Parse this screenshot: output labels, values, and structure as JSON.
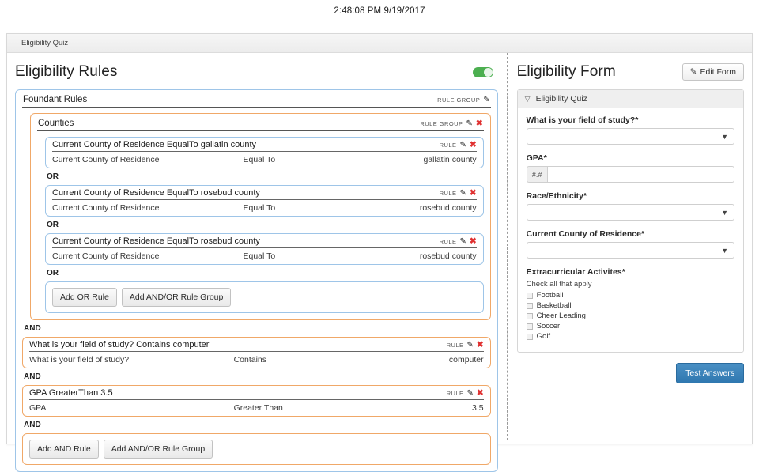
{
  "timestamp": "2:48:08 PM 9/19/2017",
  "window": {
    "tab_label": "Eligibility Quiz"
  },
  "left": {
    "title": "Eligibility Rules",
    "toggle_on": true,
    "toggle_color": "#4caf50",
    "root_group": {
      "name": "Foundant Rules",
      "tag": "RULE GROUP",
      "edit_icon": "pencil-icon"
    },
    "counties_group": {
      "name": "Counties",
      "tag": "RULE GROUP",
      "edit_icon": "pencil-icon",
      "delete_icon": "x-icon",
      "rules": [
        {
          "title": "Current County of Residence EqualTo gallatin county",
          "tag": "RULE",
          "field": "Current County of Residence",
          "operator": "Equal To",
          "value": "gallatin county"
        },
        {
          "title": "Current County of Residence EqualTo rosebud county",
          "tag": "RULE",
          "field": "Current County of Residence",
          "operator": "Equal To",
          "value": "rosebud county"
        },
        {
          "title": "Current County of Residence EqualTo rosebud county",
          "tag": "RULE",
          "field": "Current County of Residence",
          "operator": "Equal To",
          "value": "rosebud county"
        }
      ],
      "conjunction": "OR",
      "add_rule_label": "Add OR Rule",
      "add_group_label": "Add AND/OR Rule Group"
    },
    "outer_conjunction": "AND",
    "outer_rules": [
      {
        "title": "What is your field of study? Contains computer",
        "tag": "RULE",
        "field": "What is your field of study?",
        "operator": "Contains",
        "value": "computer"
      },
      {
        "title": "GPA GreaterThan 3.5",
        "tag": "RULE",
        "field": "GPA",
        "operator": "Greater Than",
        "value": "3.5"
      }
    ],
    "add_and_rule_label": "Add AND Rule",
    "add_and_group_label": "Add AND/OR Rule Group"
  },
  "right": {
    "title": "Eligibility Form",
    "edit_button": "Edit Form",
    "edit_icon": "pencil-icon",
    "card_header": "Eligibility Quiz",
    "chevron_icon": "chevron-down-icon",
    "fields": [
      {
        "label": "What is your field of study?*",
        "type": "select",
        "value": ""
      },
      {
        "label": "GPA*",
        "type": "text-addon",
        "addon": "#.#",
        "value": ""
      },
      {
        "label": "Race/Ethnicity*",
        "type": "select",
        "value": ""
      },
      {
        "label": "Current County of Residence*",
        "type": "select",
        "value": ""
      }
    ],
    "extracurricular": {
      "label": "Extracurricular Activites*",
      "helper": "Check all that apply",
      "options": [
        "Football",
        "Basketball",
        "Cheer Leading",
        "Soccer",
        "Golf"
      ]
    },
    "test_button": "Test Answers",
    "test_button_color": "#2f78b0"
  }
}
